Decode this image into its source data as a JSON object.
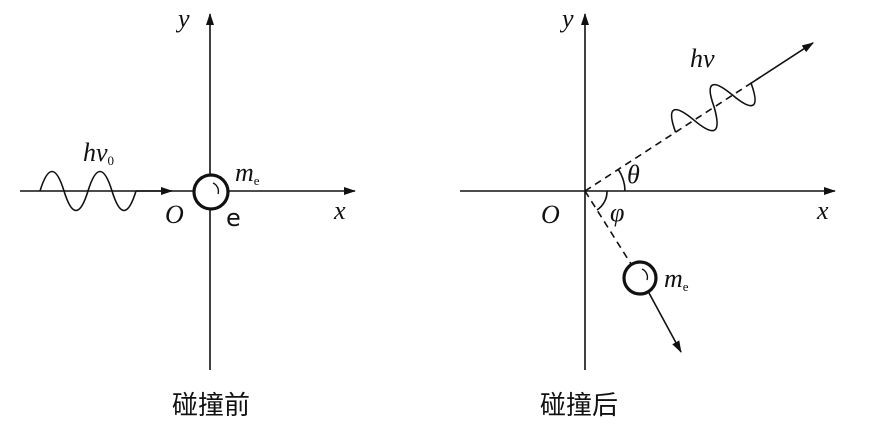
{
  "before": {
    "caption": "碰撞前",
    "x_label": "x",
    "y_label": "y",
    "origin_label": "O",
    "photon_label": "hν",
    "photon_sub": "0",
    "electron_mass": "m",
    "electron_mass_sub": "e",
    "electron_label": "e"
  },
  "after": {
    "caption": "碰撞后",
    "x_label": "x",
    "y_label": "y",
    "origin_label": "O",
    "photon_label": "hν",
    "theta_label": "θ",
    "phi_label": "φ",
    "electron_mass": "m",
    "electron_mass_sub": "e"
  }
}
